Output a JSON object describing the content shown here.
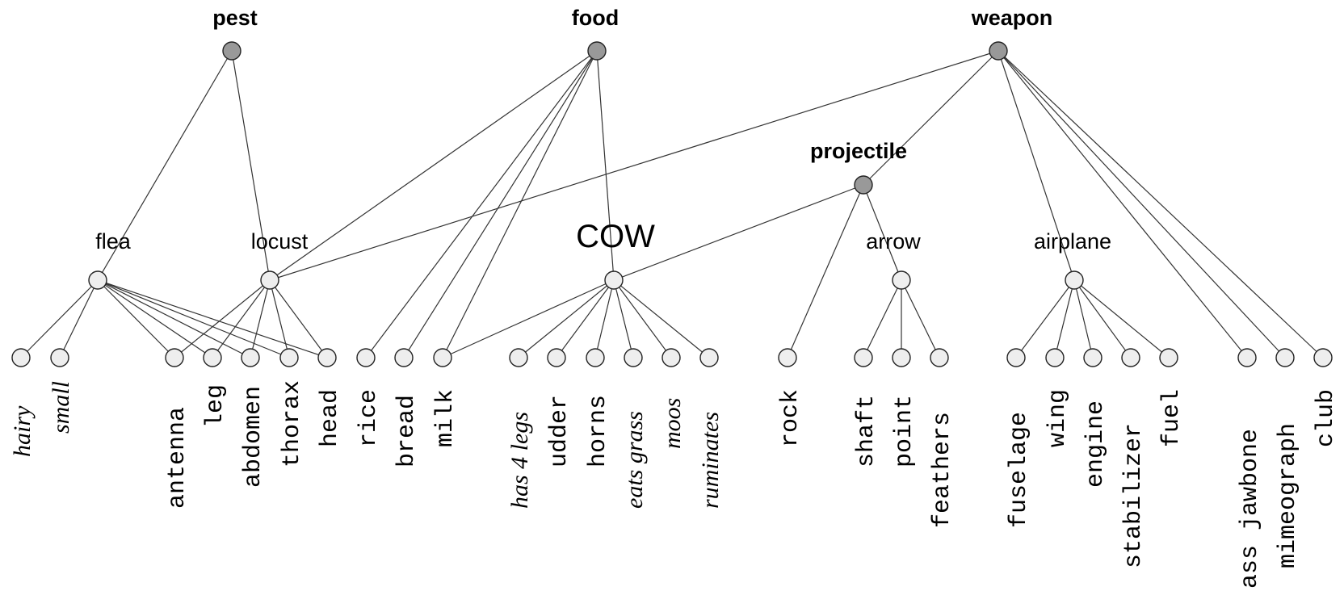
{
  "categories": {
    "pest": "pest",
    "food": "food",
    "weapon": "weapon",
    "projectile": "projectile"
  },
  "instances": {
    "flea": "flea",
    "locust": "locust",
    "cow": "COW",
    "arrow": "arrow",
    "airplane": "airplane"
  },
  "features": {
    "hairy": "hairy",
    "small": "small",
    "antenna": "antenna",
    "leg": "leg",
    "abdomen": "abdomen",
    "thorax": "thorax",
    "head": "head",
    "rice": "rice",
    "bread": "bread",
    "milk": "milk",
    "has4legs": "has 4 legs",
    "udder": "udder",
    "horns": "horns",
    "eatsgrass": "eats grass",
    "moos": "moos",
    "ruminates": "ruminates",
    "rock": "rock",
    "shaft": "shaft",
    "point": "point",
    "feathers": "feathers",
    "fuselage": "fuselage",
    "wing": "wing",
    "engine": "engine",
    "stabilizer": "stabilizer",
    "fuel": "fuel",
    "assjawbone": "ass jawbone",
    "mimeograph": "mimeograph",
    "club": "club"
  },
  "colors": {
    "category_node": "#999999",
    "instance_node": "#eeeeee",
    "edge": "#333333"
  }
}
